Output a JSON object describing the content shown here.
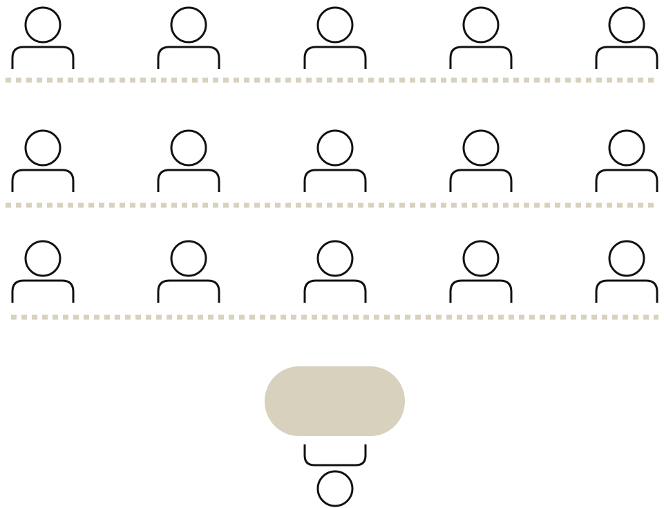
{
  "diagram": {
    "type": "classroom-seating",
    "rows_of_people": 3,
    "people_per_row": 5,
    "desks": [
      {
        "kind": "dotted-line"
      },
      {
        "kind": "dotted-line"
      },
      {
        "kind": "dotted-line"
      }
    ],
    "front_table": {
      "kind": "rounded-pill"
    },
    "presenter": {
      "facing": "audience"
    }
  },
  "colors": {
    "stroke": "#111111",
    "desk": "#d8d1bd",
    "table": "#d8d1bd",
    "background": "#ffffff"
  },
  "icons": {
    "person": "person-icon",
    "presenter": "presenter-icon",
    "table": "table-icon"
  }
}
